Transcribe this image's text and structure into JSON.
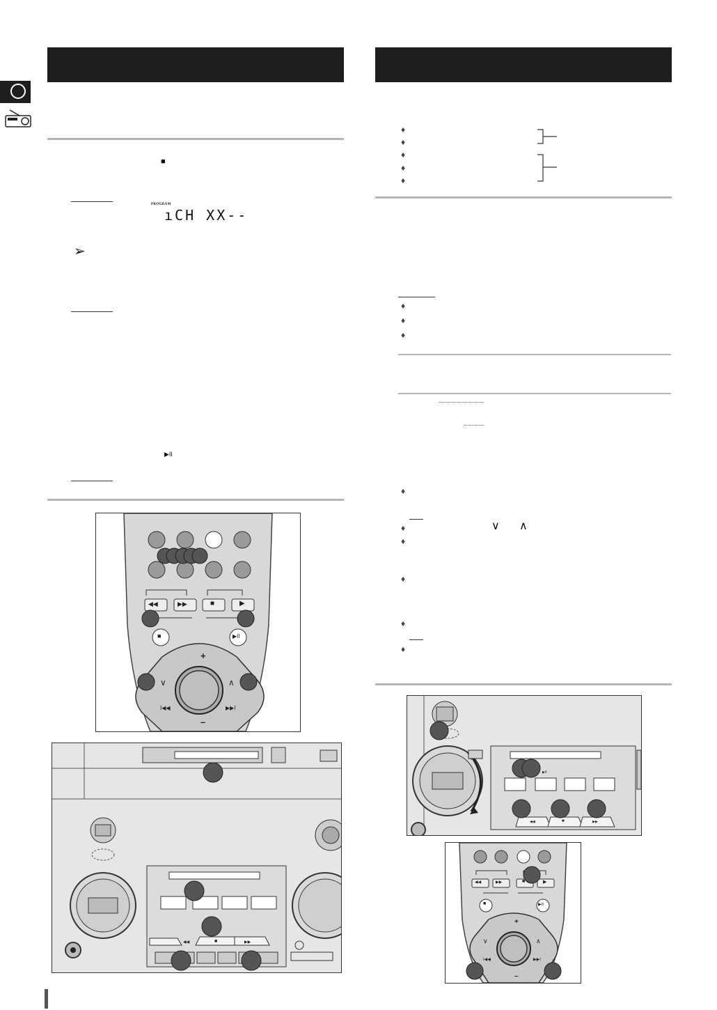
{
  "display": {
    "tag": "PROGRAM",
    "readout": "ıCH XX--"
  },
  "symbols": {
    "stop": "■",
    "play_pause": "▶II",
    "tip_arrow": "➢",
    "down_chevron": "∨",
    "up_chevron": "∧",
    "bullet": "♦"
  },
  "remote_buttons": {
    "rewind": "◀◀",
    "fast_forward": "▶▶",
    "stop": "■",
    "play": "▶",
    "stop_round": "■",
    "play_pause_round": "▶II",
    "volume_up": "+",
    "volume_down": "–",
    "tune_down": "∨",
    "tune_up": "∧",
    "skip_back": "I◀◀",
    "skip_forward": "▶▶I"
  },
  "deck_buttons": {
    "rewind": "◀◀",
    "stop": "■",
    "fast_forward": "▶▶",
    "play_pause": "▶II"
  }
}
